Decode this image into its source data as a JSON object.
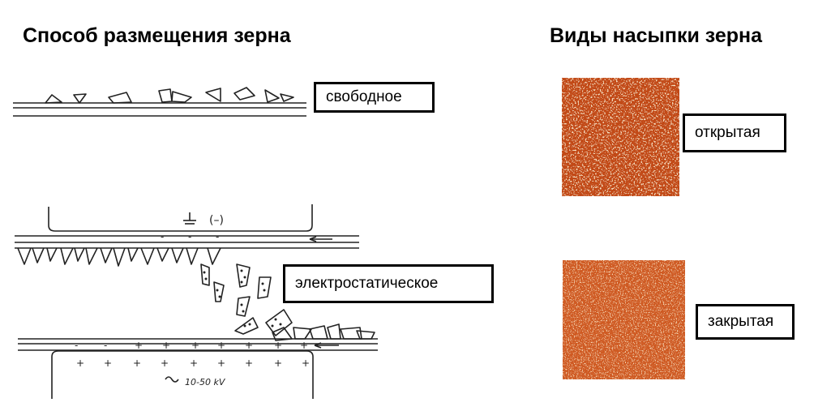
{
  "left_title": "Способ размещения зерна",
  "right_title": "Виды насыпки зерна",
  "labels": {
    "free": "свободное",
    "electrostatic": "электростатическое",
    "open": "открытая",
    "closed": "закрытая"
  },
  "sketch_text": {
    "ground_sign": "(–)",
    "voltage": "10-50 kV",
    "tilde": "~"
  },
  "colors": {
    "grain_base": "#c8501c",
    "grain_dark": "#a63e12",
    "grain_light": "#f2c48a"
  }
}
